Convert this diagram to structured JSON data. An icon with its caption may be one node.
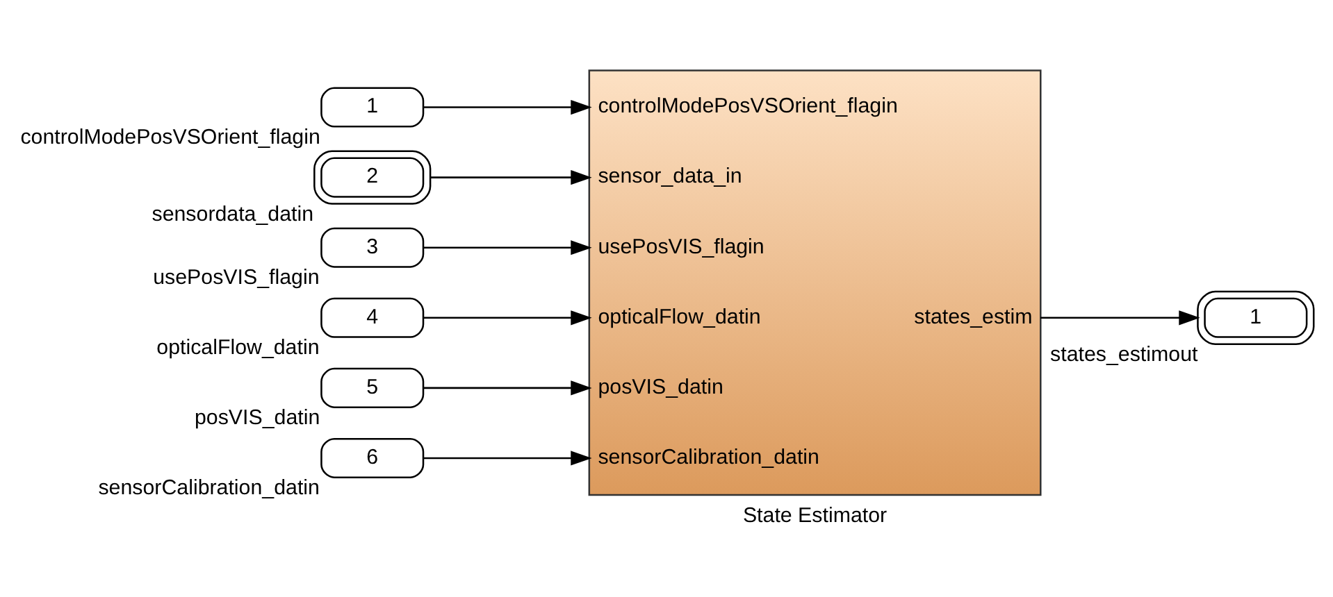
{
  "diagram": {
    "nodes": [
      {
        "text": [
          "1"
        ],
        "beside": [
          "controlModePosVSOrient_flagin"
        ]
      },
      {
        "text": [
          "2"
        ],
        "beside": [
          "sensordata_datin"
        ]
      },
      {
        "text": [
          "3"
        ],
        "beside": [
          "usePosVIS_flagin"
        ]
      },
      {
        "text": [
          "4"
        ],
        "beside": [
          "opticalFlow_datin"
        ]
      },
      {
        "text": [
          "5"
        ],
        "beside": [
          "posVIS_datin"
        ]
      },
      {
        "text": [
          "6"
        ],
        "beside": [
          "sensorCalibration_datin"
        ]
      },
      {
        "text": [
          "controlModePosVSOrient_flagin",
          "sensor_data_in",
          "usePosVIS_flagin",
          "opticalFlow_datin",
          "posVIS_datin",
          "sensorCalibration_datin",
          "states_estim",
          "State Estimator"
        ]
      },
      {
        "text": [
          "1"
        ],
        "beside": [
          "states_estimout"
        ]
      }
    ],
    "edges": [
      {
        "from": 0,
        "to": 6,
        "arrow": "to"
      },
      {
        "from": 1,
        "to": 6,
        "arrow": "to"
      },
      {
        "from": 2,
        "to": 6,
        "arrow": "to"
      },
      {
        "from": 3,
        "to": 6,
        "arrow": "to"
      },
      {
        "from": 4,
        "to": 6,
        "arrow": "to"
      },
      {
        "from": 5,
        "to": 6,
        "arrow": "to"
      },
      {
        "from": 6,
        "to": 7,
        "arrow": "to"
      }
    ]
  }
}
